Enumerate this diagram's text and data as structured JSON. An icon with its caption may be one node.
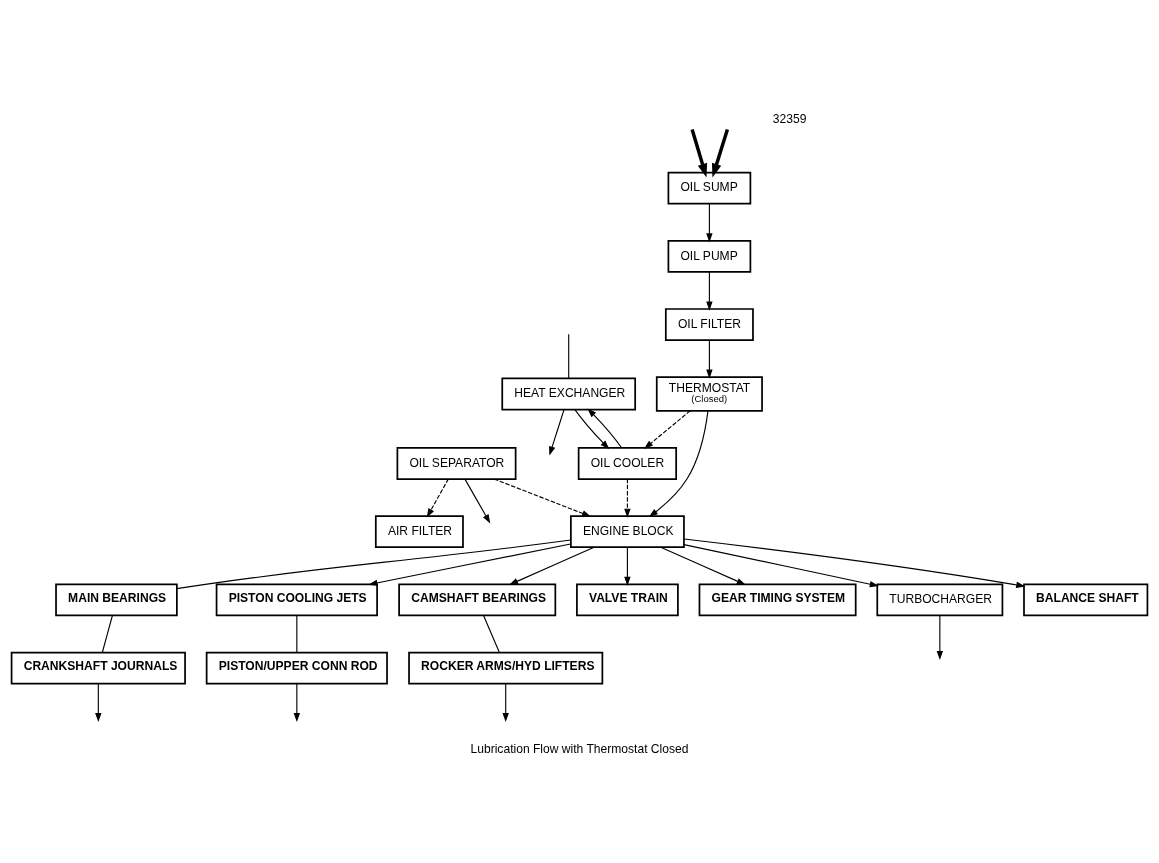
{
  "diagram": {
    "caption": "Lubrication Flow with Thermostat Closed",
    "nodes": [
      {
        "text": [
          "OIL PUMP"
        ]
      },
      {
        "text": [
          "OIL FILTER"
        ]
      },
      {
        "text": [
          "AIR FILTER"
        ]
      },
      {
        "text": [
          "OIL SUMP"
        ]
      },
      {
        "text": [
          "HEAT EXCHANGER"
        ]
      },
      {
        "text": [
          "OIL COOLER"
        ]
      },
      {
        "text": [
          "THERMOSTAT",
          "(Closed)"
        ]
      },
      {
        "text": [
          "OIL SEPARATOR"
        ]
      },
      {
        "text": [
          "ENGINE BLOCK"
        ]
      },
      {
        "text": [
          "MAIN BEARINGS"
        ]
      },
      {
        "text": [
          "CRANKSHAFT JOURNALS"
        ]
      },
      {
        "text": [
          "PISTON COOLING JETS"
        ]
      },
      {
        "text": [
          "PISTON/UPPER CONN ROD"
        ]
      },
      {
        "text": [
          "CAMSHAFT BEARINGS"
        ]
      },
      {
        "text": [
          "ROCKER ARMS/HYD LIFTERS"
        ]
      },
      {
        "text": [
          "VALVE TRAIN"
        ]
      },
      {
        "text": [
          "GEAR TIMING SYSTEM"
        ]
      },
      {
        "text": [
          "TURBOCHARGER"
        ]
      },
      {
        "text": [
          "BALANCE SHAFT"
        ]
      }
    ],
    "edges": [
      {
        "from": 3,
        "to": 0,
        "arrow": "to"
      },
      {
        "from": 0,
        "to": 1,
        "arrow": "to"
      },
      {
        "from": 1,
        "to": 6,
        "arrow": "to"
      },
      {
        "from": 6,
        "to": 5,
        "arrow": "to",
        "style": "dashed"
      },
      {
        "from": 4,
        "to": 5,
        "arrow": "to"
      },
      {
        "from": 5,
        "to": 4,
        "arrow": "to"
      },
      {
        "from": null,
        "to": 4,
        "arrow": "none"
      },
      {
        "from": 4,
        "to": null,
        "arrow": "to"
      },
      {
        "from": 5,
        "to": 8,
        "arrow": "to",
        "style": "dashed"
      },
      {
        "from": 6,
        "to": 8,
        "arrow": "to"
      },
      {
        "from": 7,
        "to": 2,
        "arrow": "to",
        "style": "dashed"
      },
      {
        "from": 7,
        "to": 8,
        "arrow": "to",
        "style": "dashed"
      },
      {
        "from": 7,
        "to": null,
        "arrow": "to"
      },
      {
        "from": 8,
        "to": 9,
        "arrow": "none"
      },
      {
        "from": 8,
        "to": 11,
        "arrow": "to"
      },
      {
        "from": 8,
        "to": 13,
        "arrow": "to"
      },
      {
        "from": 8,
        "to": 15,
        "arrow": "to"
      },
      {
        "from": 8,
        "to": 16,
        "arrow": "to"
      },
      {
        "from": 8,
        "to": 18,
        "arrow": "to"
      },
      {
        "from": 9,
        "to": 10,
        "arrow": "none"
      },
      {
        "from": 11,
        "to": 12,
        "arrow": "none"
      },
      {
        "from": 13,
        "to": 14,
        "arrow": "none"
      },
      {
        "from": 10,
        "to": null,
        "arrow": "to"
      },
      {
        "from": 12,
        "to": null,
        "arrow": "to"
      },
      {
        "from": 14,
        "to": null,
        "arrow": "to"
      },
      {
        "from": 8,
        "to": 17,
        "arrow": "to"
      },
      {
        "from": 17,
        "to": null,
        "arrow": "to"
      },
      {
        "from": null,
        "to": 3,
        "arrow": "to",
        "style": "thick"
      },
      {
        "from": null,
        "to": 3,
        "arrow": "to",
        "style": "thick"
      }
    ],
    "labels": [
      "32359"
    ]
  }
}
